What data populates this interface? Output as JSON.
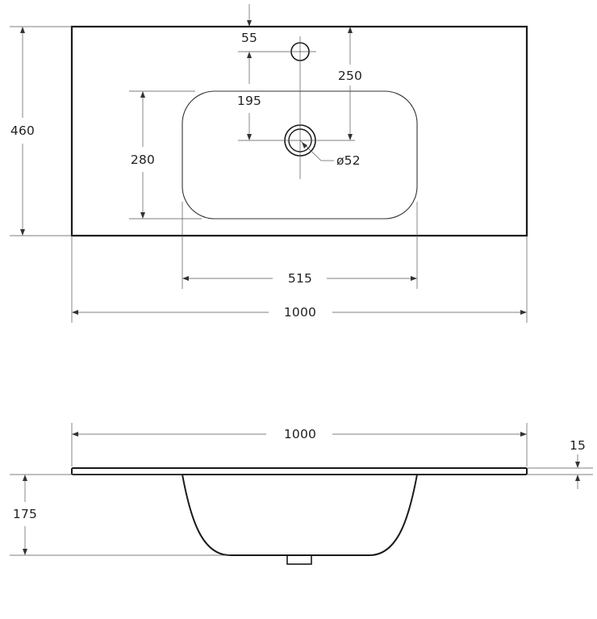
{
  "top_view": {
    "dims": {
      "width": "1000",
      "depth": "460",
      "bowl_width": "515",
      "bowl_depth": "280",
      "tap_offset": "55",
      "tap_to_drain": "250",
      "rim_to_drain": "195",
      "drain_diameter": "ø52"
    }
  },
  "side_view": {
    "dims": {
      "width": "1000",
      "bowl_height": "175",
      "slab_thickness": "15"
    }
  },
  "colors": {
    "line": "#1a1a1a",
    "background": "#ffffff"
  }
}
